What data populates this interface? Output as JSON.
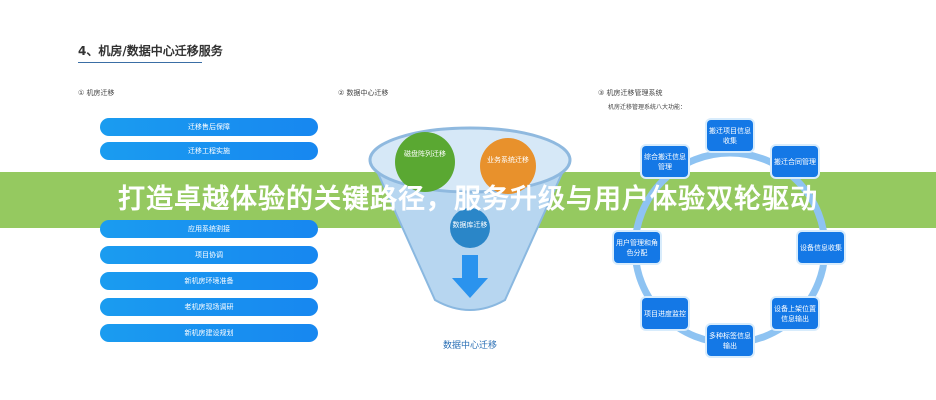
{
  "heading": "4、机房/数据中心迁移服务",
  "section1": {
    "label": "① 机房迁移",
    "bars": [
      "迁移售后保障",
      "迁移工程实施",
      "应用系统割接",
      "项目协调",
      "新机房环境准备",
      "老机房现场调研",
      "新机房建设规划"
    ]
  },
  "section2": {
    "label": "② 数据中心迁移",
    "circles": [
      "磁盘阵列迁移",
      "业务系统迁移",
      "数据库迁移"
    ],
    "caption": "数据中心迁移"
  },
  "section3": {
    "label": "③ 机房迁移管理系统",
    "subtitle": "机房迁移管理系统八大功能：",
    "nodes": [
      "搬迁项目信息收集",
      "搬迁合同管理",
      "设备信息收集",
      "设备上架位置信息输出",
      "多种标签信息输出",
      "项目进度监控",
      "用户管理和角色分配",
      "综合搬迁信息管理"
    ]
  },
  "banner": {
    "text": "打造卓越体验的关键路径，服务升级与用户体验双轮驱动",
    "color": "#86c24a"
  }
}
